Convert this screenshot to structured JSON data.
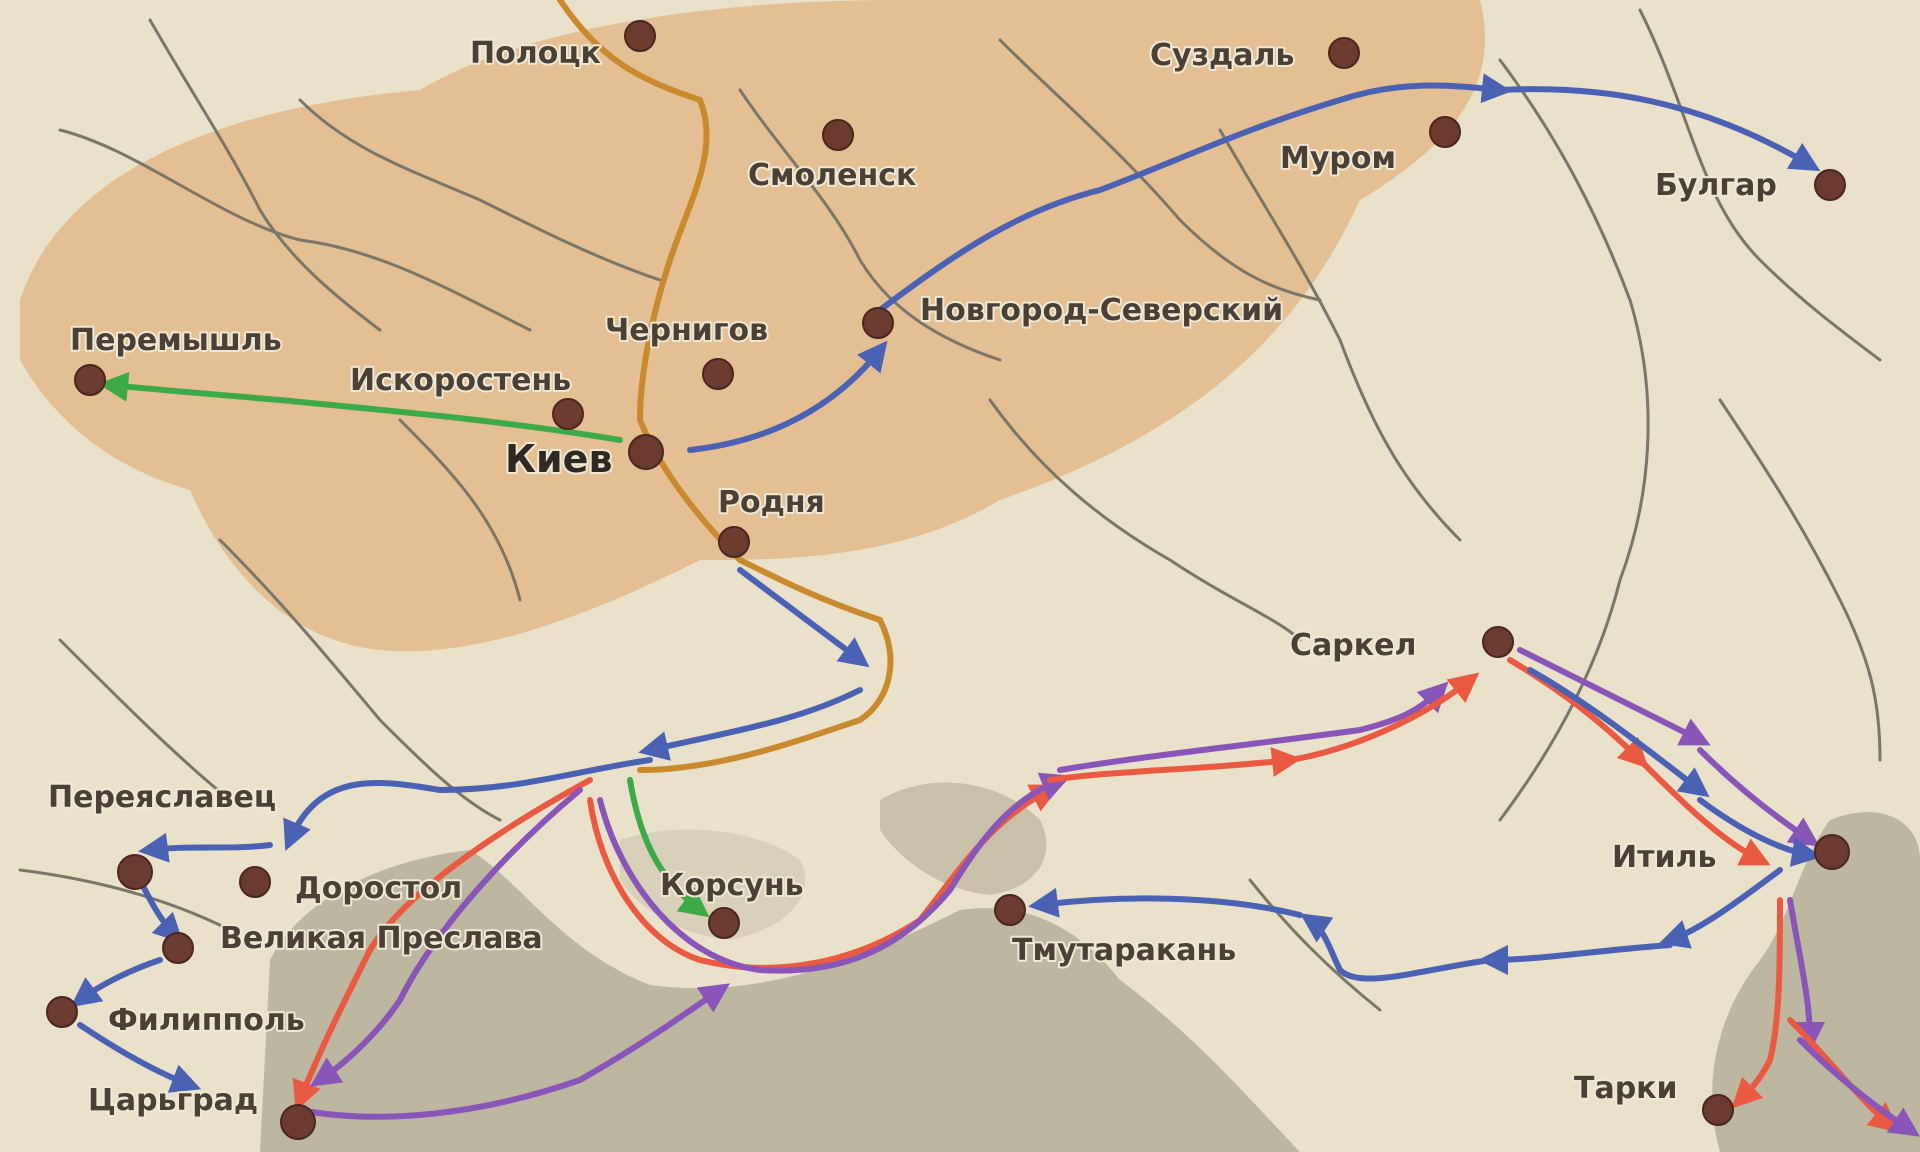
{
  "colors": {
    "background": "#e9e1c9",
    "territory": "#e3b88a",
    "sea": "#b8b19c",
    "river": "#7a7668",
    "border": "#c98a2e",
    "route_blue": "#4b62b4",
    "route_green": "#3daa48",
    "route_red": "#ea5a43",
    "route_violet": "#8a55b8",
    "city_dot": "#6b3b30"
  },
  "map": {
    "cities": [
      {
        "id": "polotsk",
        "label": "Полоцк"
      },
      {
        "id": "suzdal",
        "label": "Суздаль"
      },
      {
        "id": "smolensk",
        "label": "Смоленск"
      },
      {
        "id": "murom",
        "label": "Муром"
      },
      {
        "id": "bulgar",
        "label": "Булгар"
      },
      {
        "id": "novgorod-seversky",
        "label": "Новгород-Северский"
      },
      {
        "id": "chernigov",
        "label": "Чернигов"
      },
      {
        "id": "peremyshl",
        "label": "Перемышль"
      },
      {
        "id": "iskorosten",
        "label": "Искоростень"
      },
      {
        "id": "kiev",
        "label": "Киев"
      },
      {
        "id": "rodnya",
        "label": "Родня"
      },
      {
        "id": "sarkel",
        "label": "Саркел"
      },
      {
        "id": "pereyaslavets",
        "label": "Переяславец"
      },
      {
        "id": "dorostol",
        "label": "Доростол"
      },
      {
        "id": "korsun",
        "label": "Корсунь"
      },
      {
        "id": "velikaya-preslava",
        "label": "Великая Преслава"
      },
      {
        "id": "itil",
        "label": "Итиль"
      },
      {
        "id": "tmutarakan",
        "label": "Тмутаракань"
      },
      {
        "id": "filippol",
        "label": "Филипполь"
      },
      {
        "id": "tsargrad",
        "label": "Царьград"
      },
      {
        "id": "tarki",
        "label": "Тарки"
      }
    ]
  }
}
